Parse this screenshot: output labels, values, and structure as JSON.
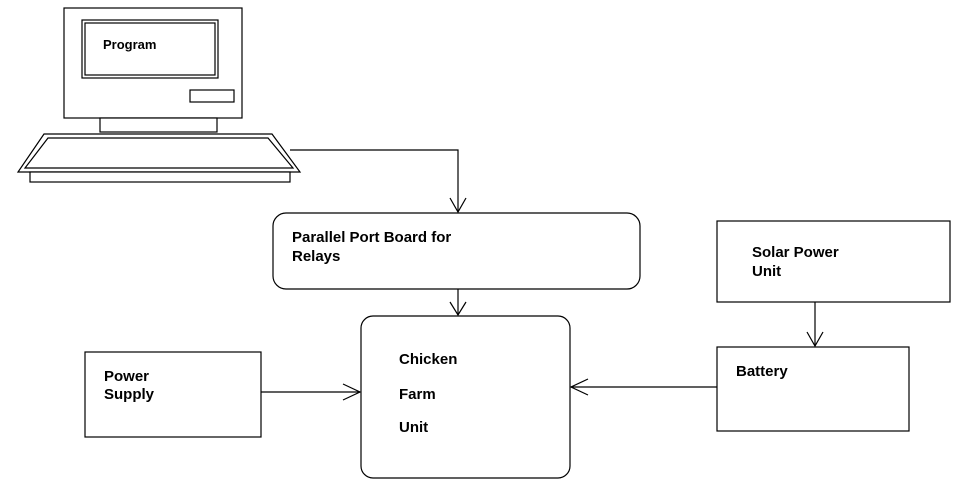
{
  "computer": {
    "screen_label": "Program"
  },
  "blocks": {
    "parallel_port": {
      "line1": "Parallel Port Board for",
      "line2": "Relays"
    },
    "solar_power": {
      "line1": "Solar Power",
      "line2": "Unit"
    },
    "power_supply": {
      "line1": "Power",
      "line2": "Supply"
    },
    "battery": {
      "label": "Battery"
    },
    "chicken_farm": {
      "line1": "Chicken",
      "line2": "Farm",
      "line3": "Unit"
    }
  },
  "colors": {
    "stroke": "#000000",
    "background": "#ffffff",
    "computer_fill": "#ffffff"
  }
}
